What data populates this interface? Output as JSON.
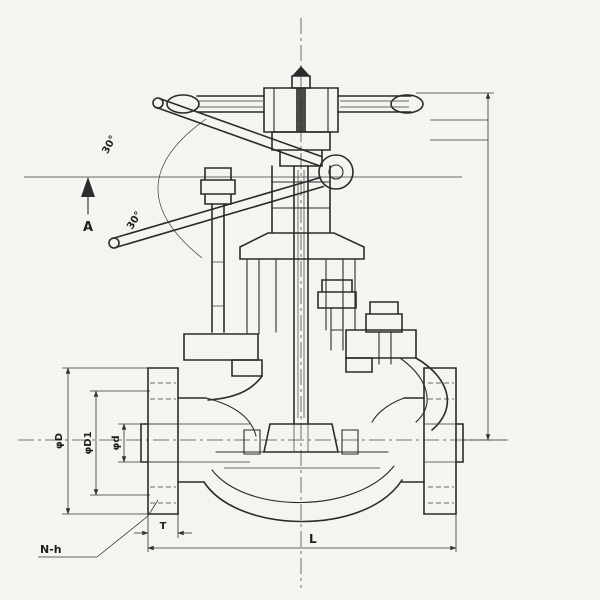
{
  "drawing": {
    "labels": {
      "angle_upper": "30°",
      "angle_lower": "30°",
      "view": "A",
      "flange_od": "φD",
      "bolt_circle": "φD1",
      "bore": "φd",
      "flange_thickness": "T",
      "face_to_face": "L",
      "bolt_holes": "N-h"
    },
    "colors": {
      "ink": "#2b2b2b",
      "paper": "#f6f4f1"
    }
  }
}
